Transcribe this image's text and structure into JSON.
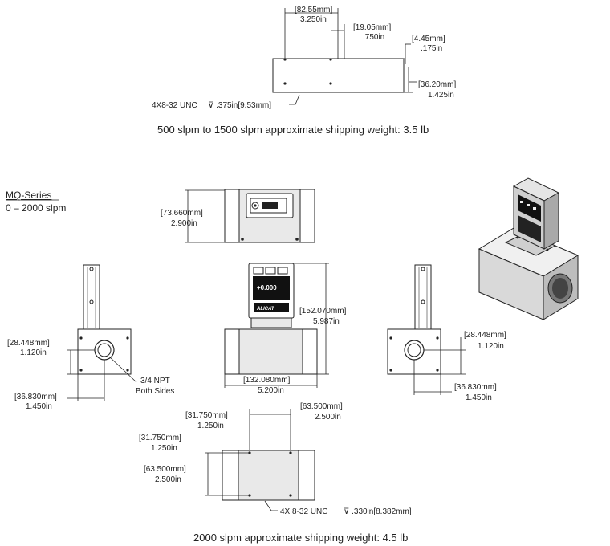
{
  "top_section": {
    "dim_width_mm": "[82.55mm]",
    "dim_width_in": "3.250in",
    "dim_hole_offset_mm": "[19.05mm]",
    "dim_hole_offset_in": ".750in",
    "dim_hole_edge_mm": "[4.45mm]",
    "dim_hole_edge_in": ".175in",
    "dim_height_mm": "[36.20mm]",
    "dim_height_in": "1.425in",
    "thread_note_a": "4X8-32 UNC",
    "thread_note_b": "⊽ .375in[9.53mm]",
    "caption": "500 slpm to 1500 slpm approximate shipping weight: 3.5 lb"
  },
  "series": {
    "name": "MQ-Series",
    "range": "0 – 2000 slpm"
  },
  "mq_views": {
    "dim_top_height_mm": "[73.660mm]",
    "dim_top_height_in": "2.900in",
    "dim_left_port_mm": "[28.448mm]",
    "dim_left_port_in": "1.120in",
    "dim_left_depth_mm": "[36.830mm]",
    "dim_left_depth_in": "1.450in",
    "port_note_a": "3/4 NPT",
    "port_note_b": "Both Sides",
    "dim_front_height_mm": "[152.070mm]",
    "dim_front_height_in": "5.987in",
    "dim_front_width_mm": "[132.080mm]",
    "dim_front_width_in": "5.200in",
    "dim_right_port_mm": "[28.448mm]",
    "dim_right_port_in": "1.120in",
    "dim_right_depth_mm": "[36.830mm]",
    "dim_right_depth_in": "1.450in",
    "display_value": "+0.000",
    "brand": "ALICAT"
  },
  "bottom_view": {
    "dim_a_mm": "[31.750mm]",
    "dim_a_in": "1.250in",
    "dim_b_mm": "[63.500mm]",
    "dim_b_in": "2.500in",
    "dim_c_mm": "[31.750mm]",
    "dim_c_in": "1.250in",
    "dim_d_mm": "[63.500mm]",
    "dim_d_in": "2.500in",
    "thread_note_a": "4X 8-32 UNC",
    "thread_note_b": "⊽ .330in[8.382mm]",
    "caption": "2000 slpm approximate shipping weight: 4.5 lb"
  }
}
